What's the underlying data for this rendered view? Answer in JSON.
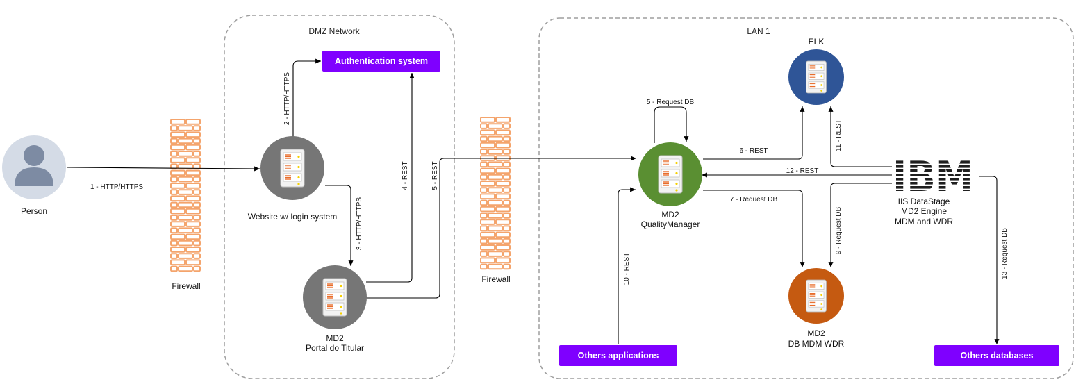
{
  "colors": {
    "purple": "#7f00ff",
    "firewall": "#f4a46c",
    "gray_node": "#767676",
    "green_node": "#5a8f32",
    "blue_node": "#2f5597",
    "orange_node": "#c55a11",
    "person_bg": "#d4dbe6",
    "person_fg": "#7d8ba3"
  },
  "zones": {
    "dmz": "DMZ Network",
    "lan": "LAN 1"
  },
  "nodes": {
    "person": {
      "label": "Person",
      "icon": "person-icon"
    },
    "firewall_left": {
      "label": "Firewall",
      "icon": "firewall-icon"
    },
    "firewall_right": {
      "label": "Firewall",
      "icon": "firewall-icon"
    },
    "website": {
      "label": "Website w/ login system",
      "icon": "server-icon"
    },
    "auth": {
      "label": "Authentication system"
    },
    "portal": {
      "label_line1": "MD2",
      "label_line2": "Portal do Titular",
      "icon": "server-icon"
    },
    "quality": {
      "label_line1": "MD2",
      "label_line2": "QualityManager",
      "icon": "server-icon"
    },
    "elk": {
      "label": "ELK",
      "icon": "server-icon"
    },
    "ibm": {
      "logo": "IBM",
      "label_line1": "IIS DataStage",
      "label_line2": "MD2 Engine",
      "label_line3": "MDM and WDR"
    },
    "db": {
      "label_line1": "MD2",
      "label_line2": "DB MDM WDR",
      "icon": "server-icon"
    },
    "others_apps": {
      "label": "Others applications"
    },
    "others_dbs": {
      "label": "Others databases"
    }
  },
  "edges": {
    "e1": "1 - HTTP/HTTPS",
    "e2": "2 - HTTP/HTTPS",
    "e3": "3 - HTTP/HTTPS",
    "e4": "4 - REST",
    "e5a": "5 - REST",
    "e5b": "5 - Request DB",
    "e6": "6 - REST",
    "e7": "7 - Request DB",
    "e9": "9 - Request DB",
    "e10": "10 - REST",
    "e11": "11 - REST",
    "e12": "12 - REST",
    "e13": "13 - Request DB"
  }
}
